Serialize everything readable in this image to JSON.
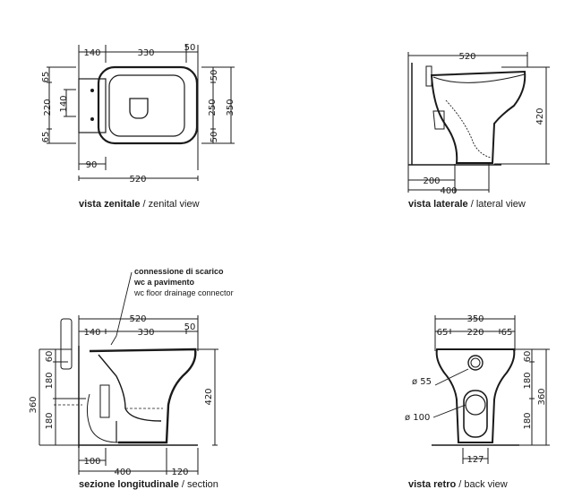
{
  "views": {
    "zenital": {
      "caption_bold": "vista zenitale",
      "caption_sep": " / ",
      "caption_en": "zenital view",
      "dims": {
        "top_140": "140",
        "top_330": "330",
        "top_50": "50",
        "bottom_90": "90",
        "bottom_520": "520",
        "left_65a": "65",
        "left_220": "220",
        "left_140": "140",
        "left_65b": "65",
        "right_50a": "50",
        "right_250": "250",
        "right_50b": "50",
        "right_350": "350"
      }
    },
    "lateral": {
      "caption_bold": "vista laterale",
      "caption_sep": " / ",
      "caption_en": "lateral view",
      "dims": {
        "top_520": "520",
        "right_420": "420",
        "bottom_200": "200",
        "bottom_400": "400"
      }
    },
    "section": {
      "caption_bold": "sezione longitudinale",
      "caption_sep": " / ",
      "caption_en": "section",
      "note": {
        "line1": "connessione di scarico",
        "line2": "wc a pavimento",
        "line3": "wc floor drainage connector"
      },
      "dims": {
        "top_520": "520",
        "top_140": "140",
        "top_330": "330",
        "top_50": "50",
        "left_360": "360",
        "left_60": "60",
        "left_180a": "180",
        "left_180b": "180",
        "right_420": "420",
        "bottom_100": "100",
        "bottom_400": "400",
        "bottom_120": "120"
      }
    },
    "back": {
      "caption_bold": "vista retro",
      "caption_sep": " / ",
      "caption_en": "back view",
      "dims": {
        "top_350": "350",
        "top_65a": "65",
        "top_220": "220",
        "top_65b": "65",
        "right_60": "60",
        "right_180a": "180",
        "right_180b": "180",
        "right_360": "360",
        "bottom_127": "127",
        "d55": "ø 55",
        "d100": "ø 100"
      }
    }
  }
}
